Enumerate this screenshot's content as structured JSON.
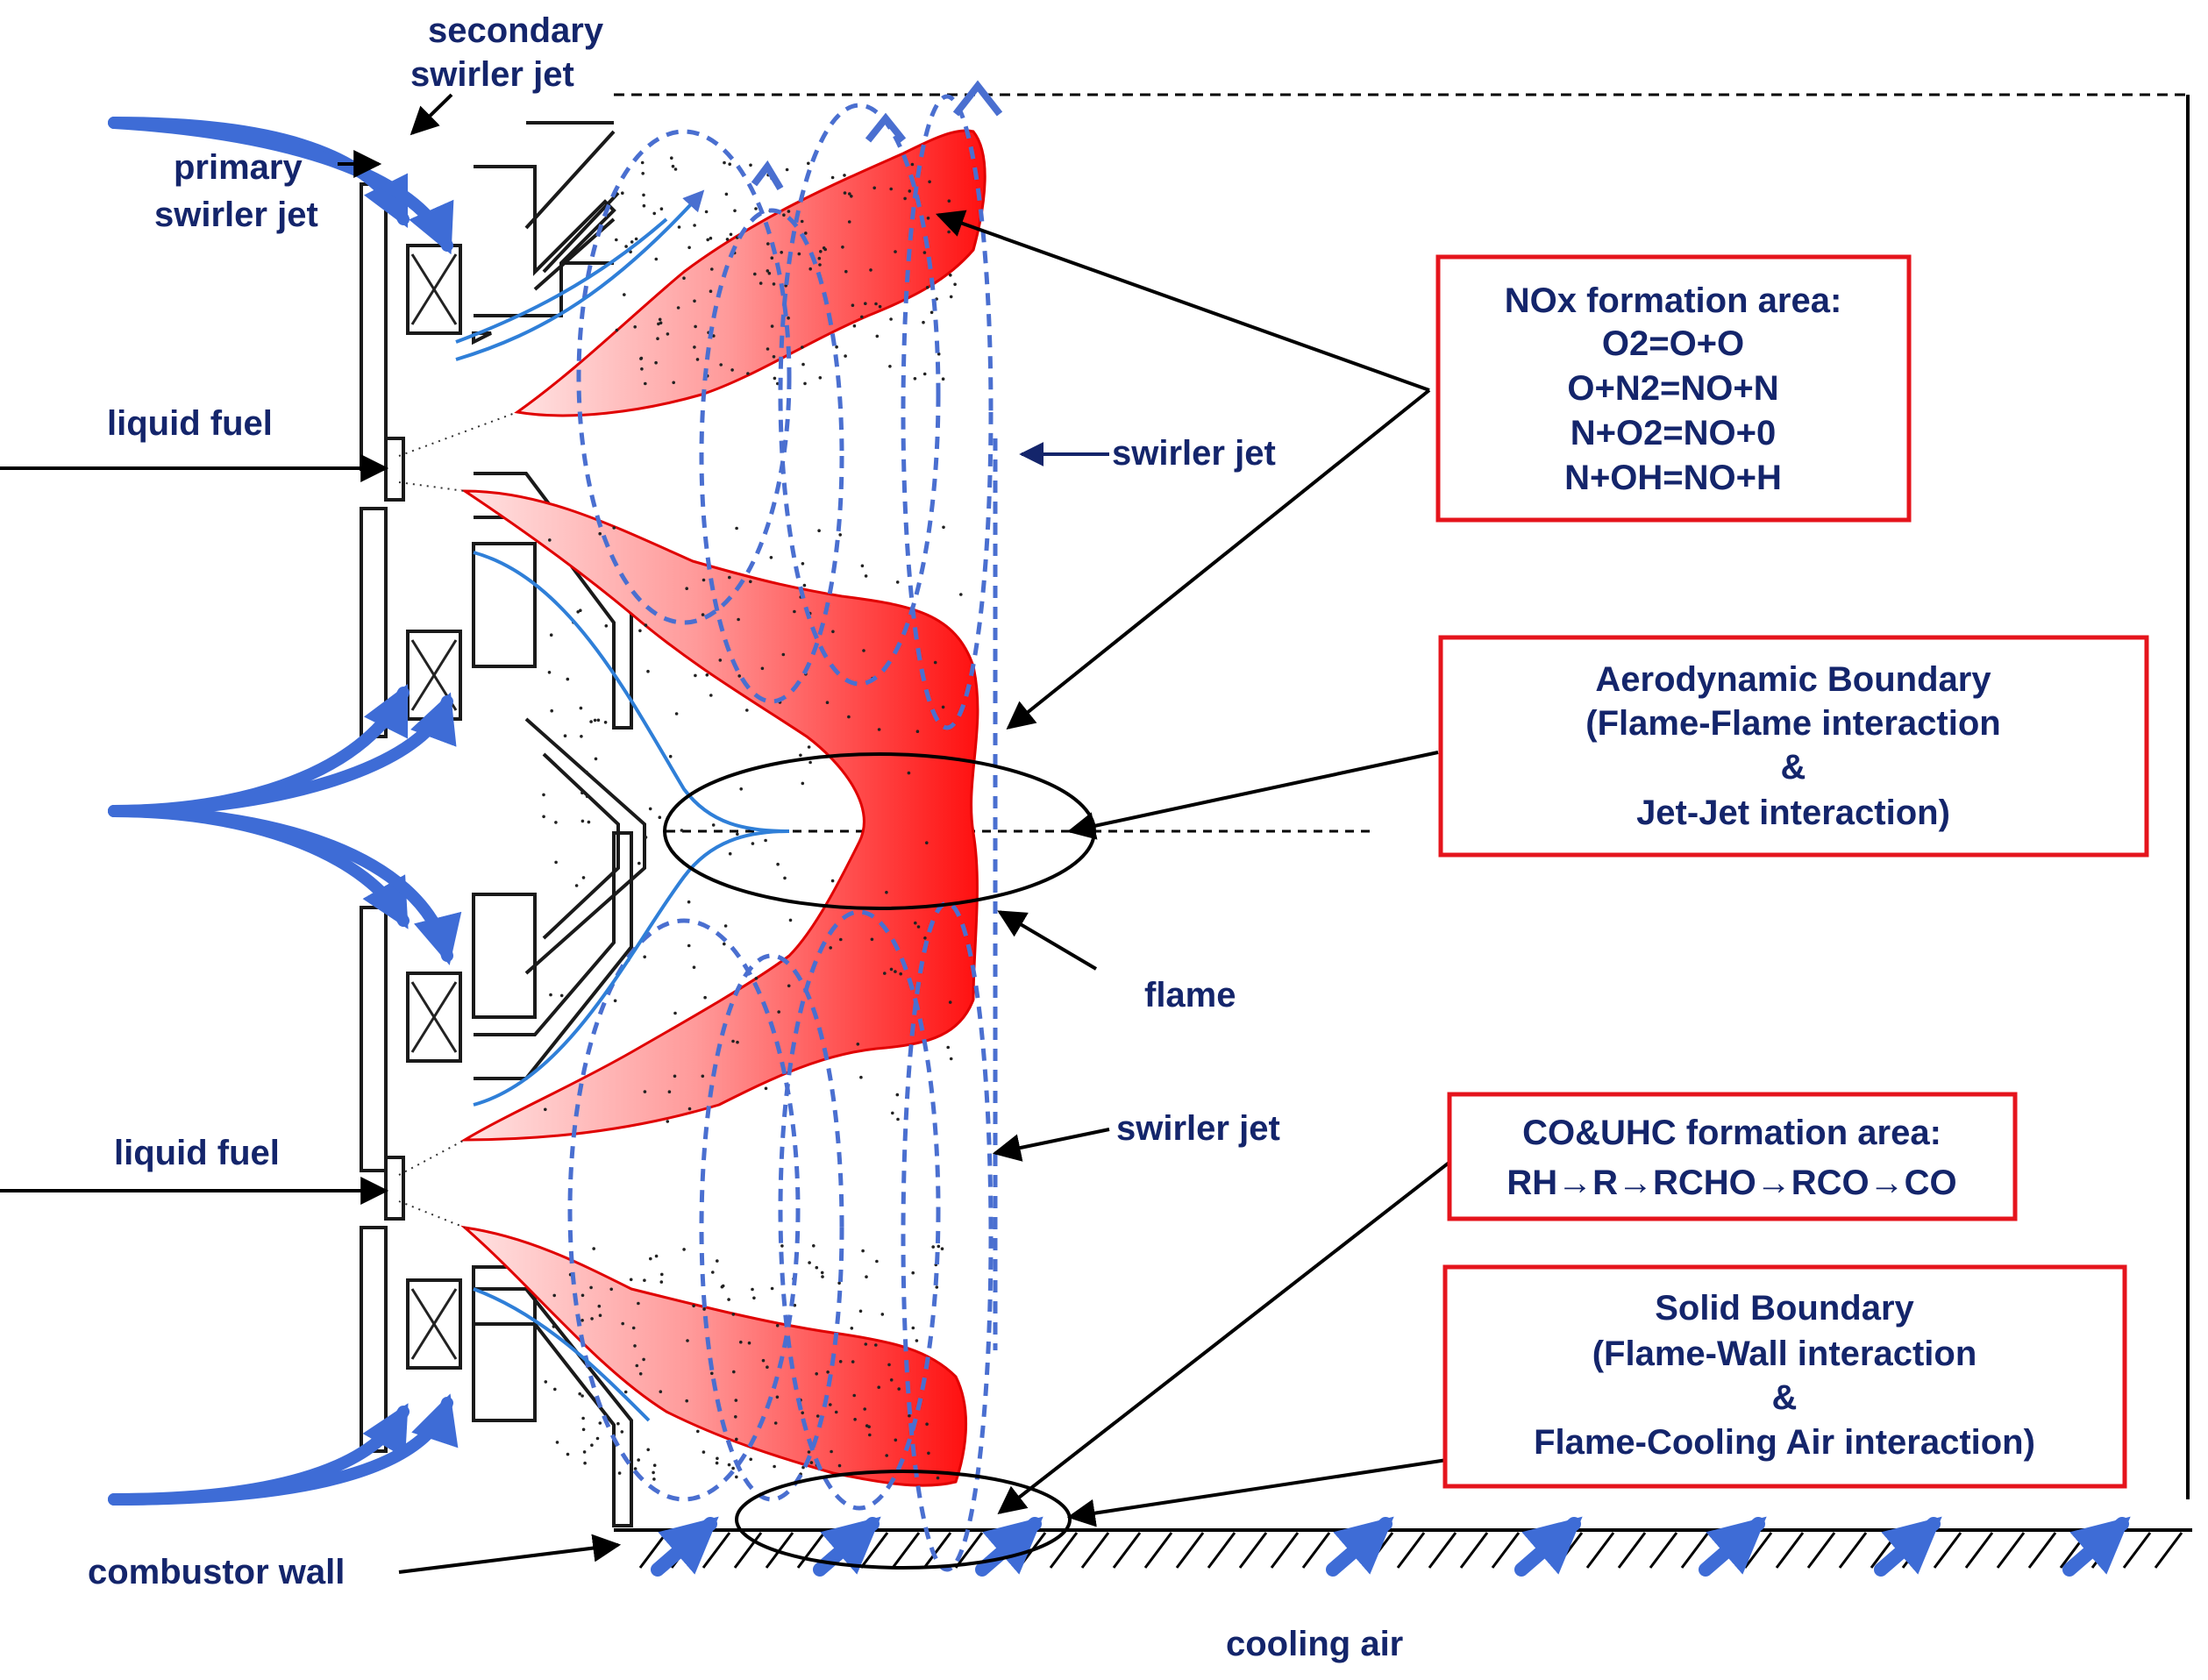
{
  "labels": {
    "secondary_swirler": [
      "secondary",
      "swirler jet"
    ],
    "primary_swirler": [
      "primary",
      "swirler jet"
    ],
    "liquid_fuel_top": "liquid fuel",
    "liquid_fuel_bottom": "liquid fuel",
    "swirler_jet_top": "swirler jet",
    "swirler_jet_bottom": "swirler jet",
    "flame": "flame",
    "combustor_wall": "combustor wall",
    "cooling_air": "cooling air"
  },
  "boxes": {
    "nox": {
      "title": "NOx formation area:",
      "lines": [
        "O2=O+O",
        "O+N2=NO+N",
        "N+O2=NO+0",
        "N+OH=NO+H"
      ]
    },
    "aero": {
      "lines": [
        "Aerodynamic Boundary",
        "(Flame-Flame interaction",
        "&",
        "Jet-Jet interaction)"
      ]
    },
    "co": {
      "lines": [
        "CO&UHC formation area:",
        "RH→R→RCHO→RCO→CO"
      ]
    },
    "solid": {
      "lines": [
        "Solid Boundary",
        "(Flame-Wall interaction",
        "&",
        "Flame-Cooling Air interaction)"
      ]
    }
  },
  "colors": {
    "label_text": "#14256b",
    "box_border": "#e5141c",
    "flame_fill": "#ff3b3b",
    "jet_blue": "#4a6fd0"
  }
}
